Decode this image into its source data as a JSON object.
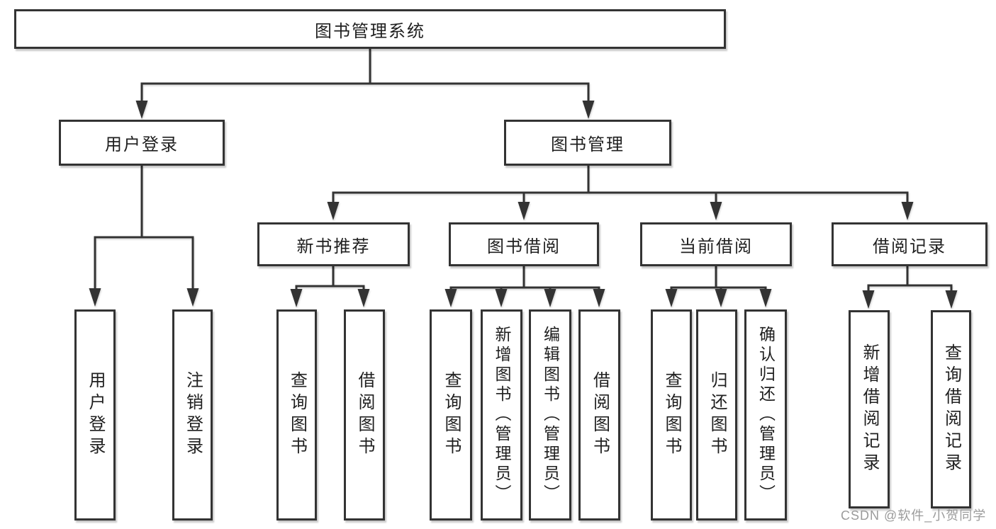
{
  "diagram": {
    "type": "hierarchy-tree",
    "tree": {
      "label": "图书管理系统",
      "children": [
        {
          "label": "用户登录",
          "children": [
            {
              "label": "用户登录"
            },
            {
              "label": "注销登录"
            }
          ]
        },
        {
          "label": "图书管理",
          "children": [
            {
              "label": "新书推荐",
              "children": [
                {
                  "label": "查询图书"
                },
                {
                  "label": "借阅图书"
                }
              ]
            },
            {
              "label": "图书借阅",
              "children": [
                {
                  "label": "查询图书"
                },
                {
                  "label": "新增图书（管理员）"
                },
                {
                  "label": "编辑图书（管理员）"
                },
                {
                  "label": "借阅图书"
                }
              ]
            },
            {
              "label": "当前借阅",
              "children": [
                {
                  "label": "查询图书"
                },
                {
                  "label": "归还图书"
                },
                {
                  "label": "确认归还（管理员）"
                }
              ]
            },
            {
              "label": "借阅记录",
              "children": [
                {
                  "label": "新增借阅记录"
                },
                {
                  "label": "查询借阅记录"
                }
              ]
            }
          ]
        }
      ]
    },
    "colors": {
      "line": "#333333",
      "box_border": "#333333",
      "text": "#1f1f1f",
      "background": "#ffffff"
    }
  },
  "watermark": {
    "text": "CSDN @软件_小贺同学",
    "color": "#9b9b9b"
  }
}
